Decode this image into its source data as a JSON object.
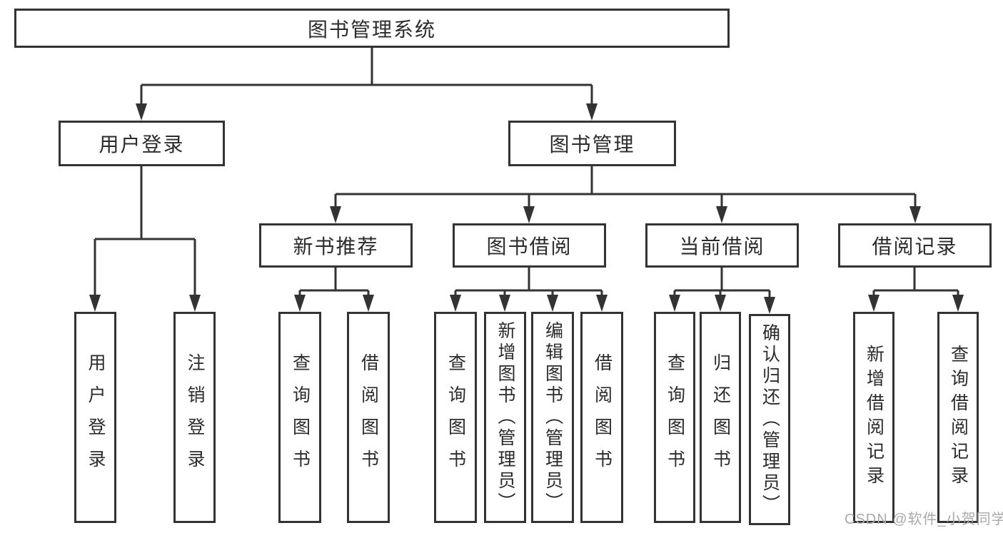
{
  "diagram": {
    "tree": {
      "root": {
        "label": "图书管理系统",
        "children": [
          {
            "label": "用户登录",
            "children": [
              {
                "label": "用户登录"
              },
              {
                "label": "注销登录"
              }
            ]
          },
          {
            "label": "图书管理",
            "children": [
              {
                "label": "新书推荐",
                "children": [
                  {
                    "label": "查询图书"
                  },
                  {
                    "label": "借阅图书"
                  }
                ]
              },
              {
                "label": "图书借阅",
                "children": [
                  {
                    "label": "查询图书"
                  },
                  {
                    "label": "新增图书（管理员）"
                  },
                  {
                    "label": "编辑图书（管理员）"
                  },
                  {
                    "label": "借阅图书"
                  }
                ]
              },
              {
                "label": "当前借阅",
                "children": [
                  {
                    "label": "查询图书"
                  },
                  {
                    "label": "归还图书"
                  },
                  {
                    "label": "确认归还（管理员）"
                  }
                ]
              },
              {
                "label": "借阅记录",
                "children": [
                  {
                    "label": "新增借阅记录"
                  },
                  {
                    "label": "查询借阅记录"
                  }
                ]
              }
            ]
          }
        ]
      }
    },
    "colors": {
      "line": "#333333",
      "text": "#2b2b2b",
      "background": "#ffffff",
      "watermark_color": "#a9a9a9"
    }
  },
  "watermark": {
    "text": "CSDN @软件_小贺同学"
  }
}
